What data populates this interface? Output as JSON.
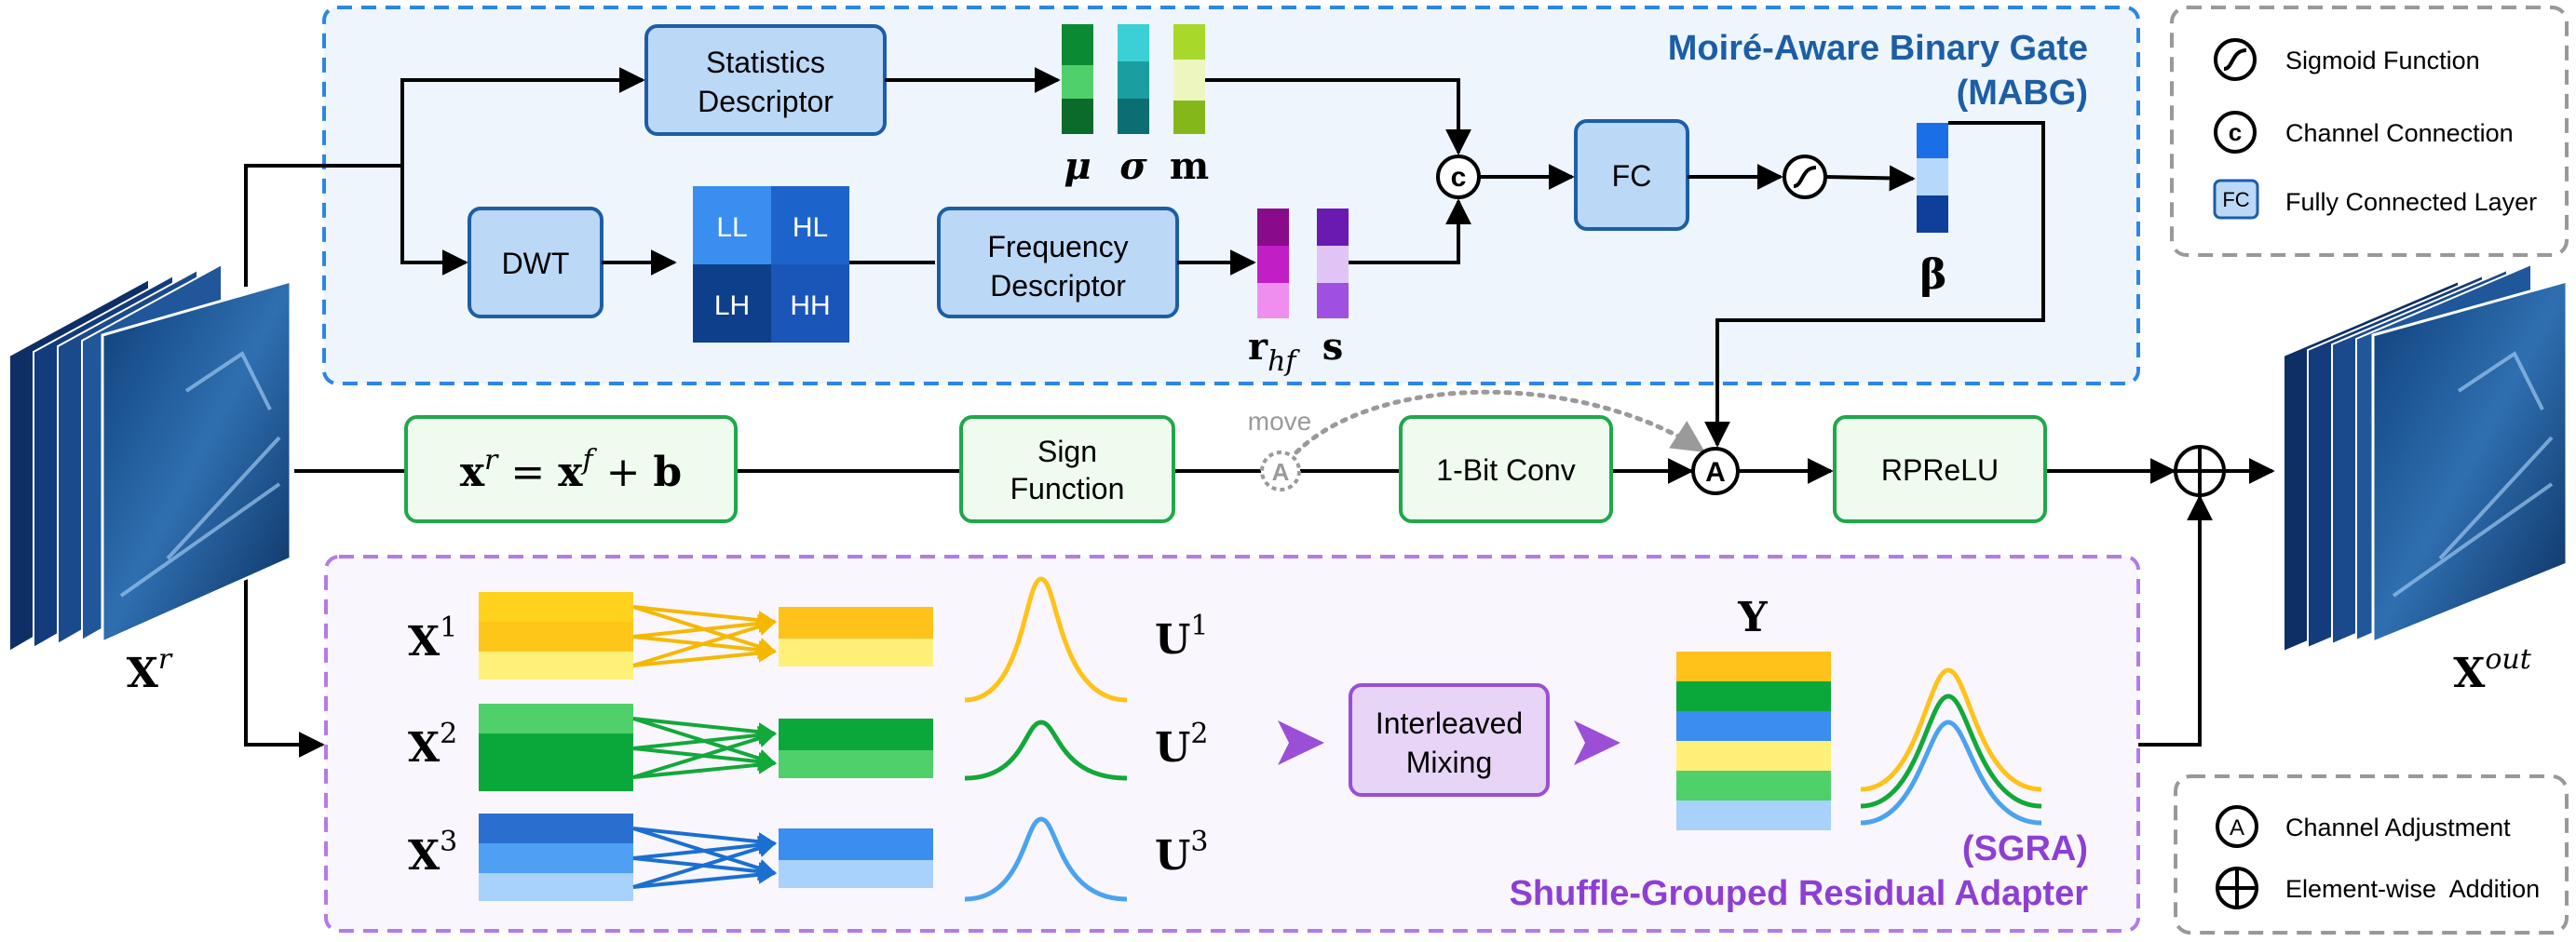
{
  "colors": {
    "blue_border": "#2b86e6",
    "blue_panel": "#eef5fd",
    "block_fill": "#bcd8f7",
    "block_stroke": "#1c5ea6",
    "green": "#1fa84a",
    "green_fill": "#effbef",
    "purple": "#b37be6",
    "purple_panel": "#faf6fd",
    "mix_fill": "#e7d4f6",
    "mix_stroke": "#9a4fd6",
    "title_blue": "#1c5ea6",
    "title_purple": "#8e3fd3",
    "gray": "#9a9a9a"
  },
  "mabg": {
    "title_line1": "Moiré-Aware Binary Gate",
    "title_line2": "(MABG)",
    "statistics_descriptor": [
      "Statistics",
      "Descriptor"
    ],
    "dwt": "DWT",
    "subbands": [
      "LL",
      "HL",
      "LH",
      "HH"
    ],
    "frequency_descriptor": [
      "Frequency",
      "Descriptor"
    ],
    "fc": "FC",
    "stat_labels": [
      "μ",
      "σ",
      "m"
    ],
    "freq_label_r": "r",
    "freq_label_r_sub": "hf",
    "freq_label_s": "s",
    "beta": "β",
    "connect_symbol": "c"
  },
  "pipeline": {
    "xr_eq": "x",
    "eq_parts": [
      "x",
      "r",
      " = ",
      "x",
      "f",
      " + ",
      "b"
    ],
    "sign_function": [
      "Sign",
      "Function"
    ],
    "move": "move",
    "adjust_symbol": "A",
    "one_bit_conv": "1-Bit Conv",
    "rprelu": "RPReLU",
    "input_label": "X",
    "input_sup": "r",
    "output_label": "X",
    "output_sup": "out"
  },
  "sgra": {
    "title_line1": "(SGRA)",
    "title_line2": "Shuffle-Grouped Residual Adapter",
    "x_labels": [
      "X",
      "X",
      "X"
    ],
    "x_sups": [
      "1",
      "2",
      "3"
    ],
    "u_labels": [
      "U",
      "U",
      "U"
    ],
    "u_sups": [
      "1",
      "2",
      "3"
    ],
    "interleaved_mixing": [
      "Interleaved",
      "Mixing"
    ],
    "y_label": "Y",
    "group_colors": [
      [
        "#ffd21e",
        "#ffc61a",
        "#fff07a"
      ],
      [
        "#4fd06a",
        "#0aa83a",
        "#0aa83a"
      ],
      [
        "#2a6fd0",
        "#4fa0f5",
        "#a8d2fb"
      ]
    ],
    "curve_colors": [
      "#ffc21a",
      "#12a83a",
      "#4ba3ef"
    ]
  },
  "legend_top": {
    "items": [
      "Sigmoid Function",
      "Channel Connection",
      "Fully Connected Layer"
    ],
    "fc_icon": "FC"
  },
  "legend_bottom": {
    "items": [
      "Channel Adjustment",
      "Element-wise  Addition"
    ]
  }
}
